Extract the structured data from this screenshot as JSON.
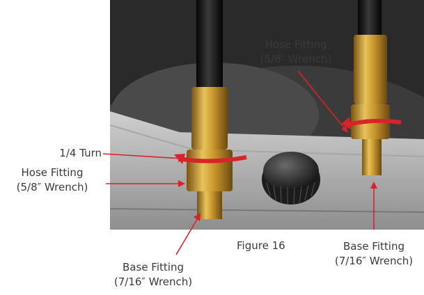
{
  "figure": {
    "caption": "Figure 16"
  },
  "labels": {
    "turn": "1/4 Turn",
    "hose_left_1": "Hose Fitting",
    "hose_left_2": "(5/8″ Wrench)",
    "hose_right_1": "Hose Fitting",
    "hose_right_2": "(5/8″ Wrench)",
    "base_left_1": "Base Fitting",
    "base_left_2": "(7/16″ Wrench)",
    "base_right_1": "Base Fitting",
    "base_right_2": "(7/16″ Wrench)"
  },
  "colors": {
    "arrow": "#d8232a",
    "brass": "#c9962e",
    "hose": "#1b1b1b"
  }
}
